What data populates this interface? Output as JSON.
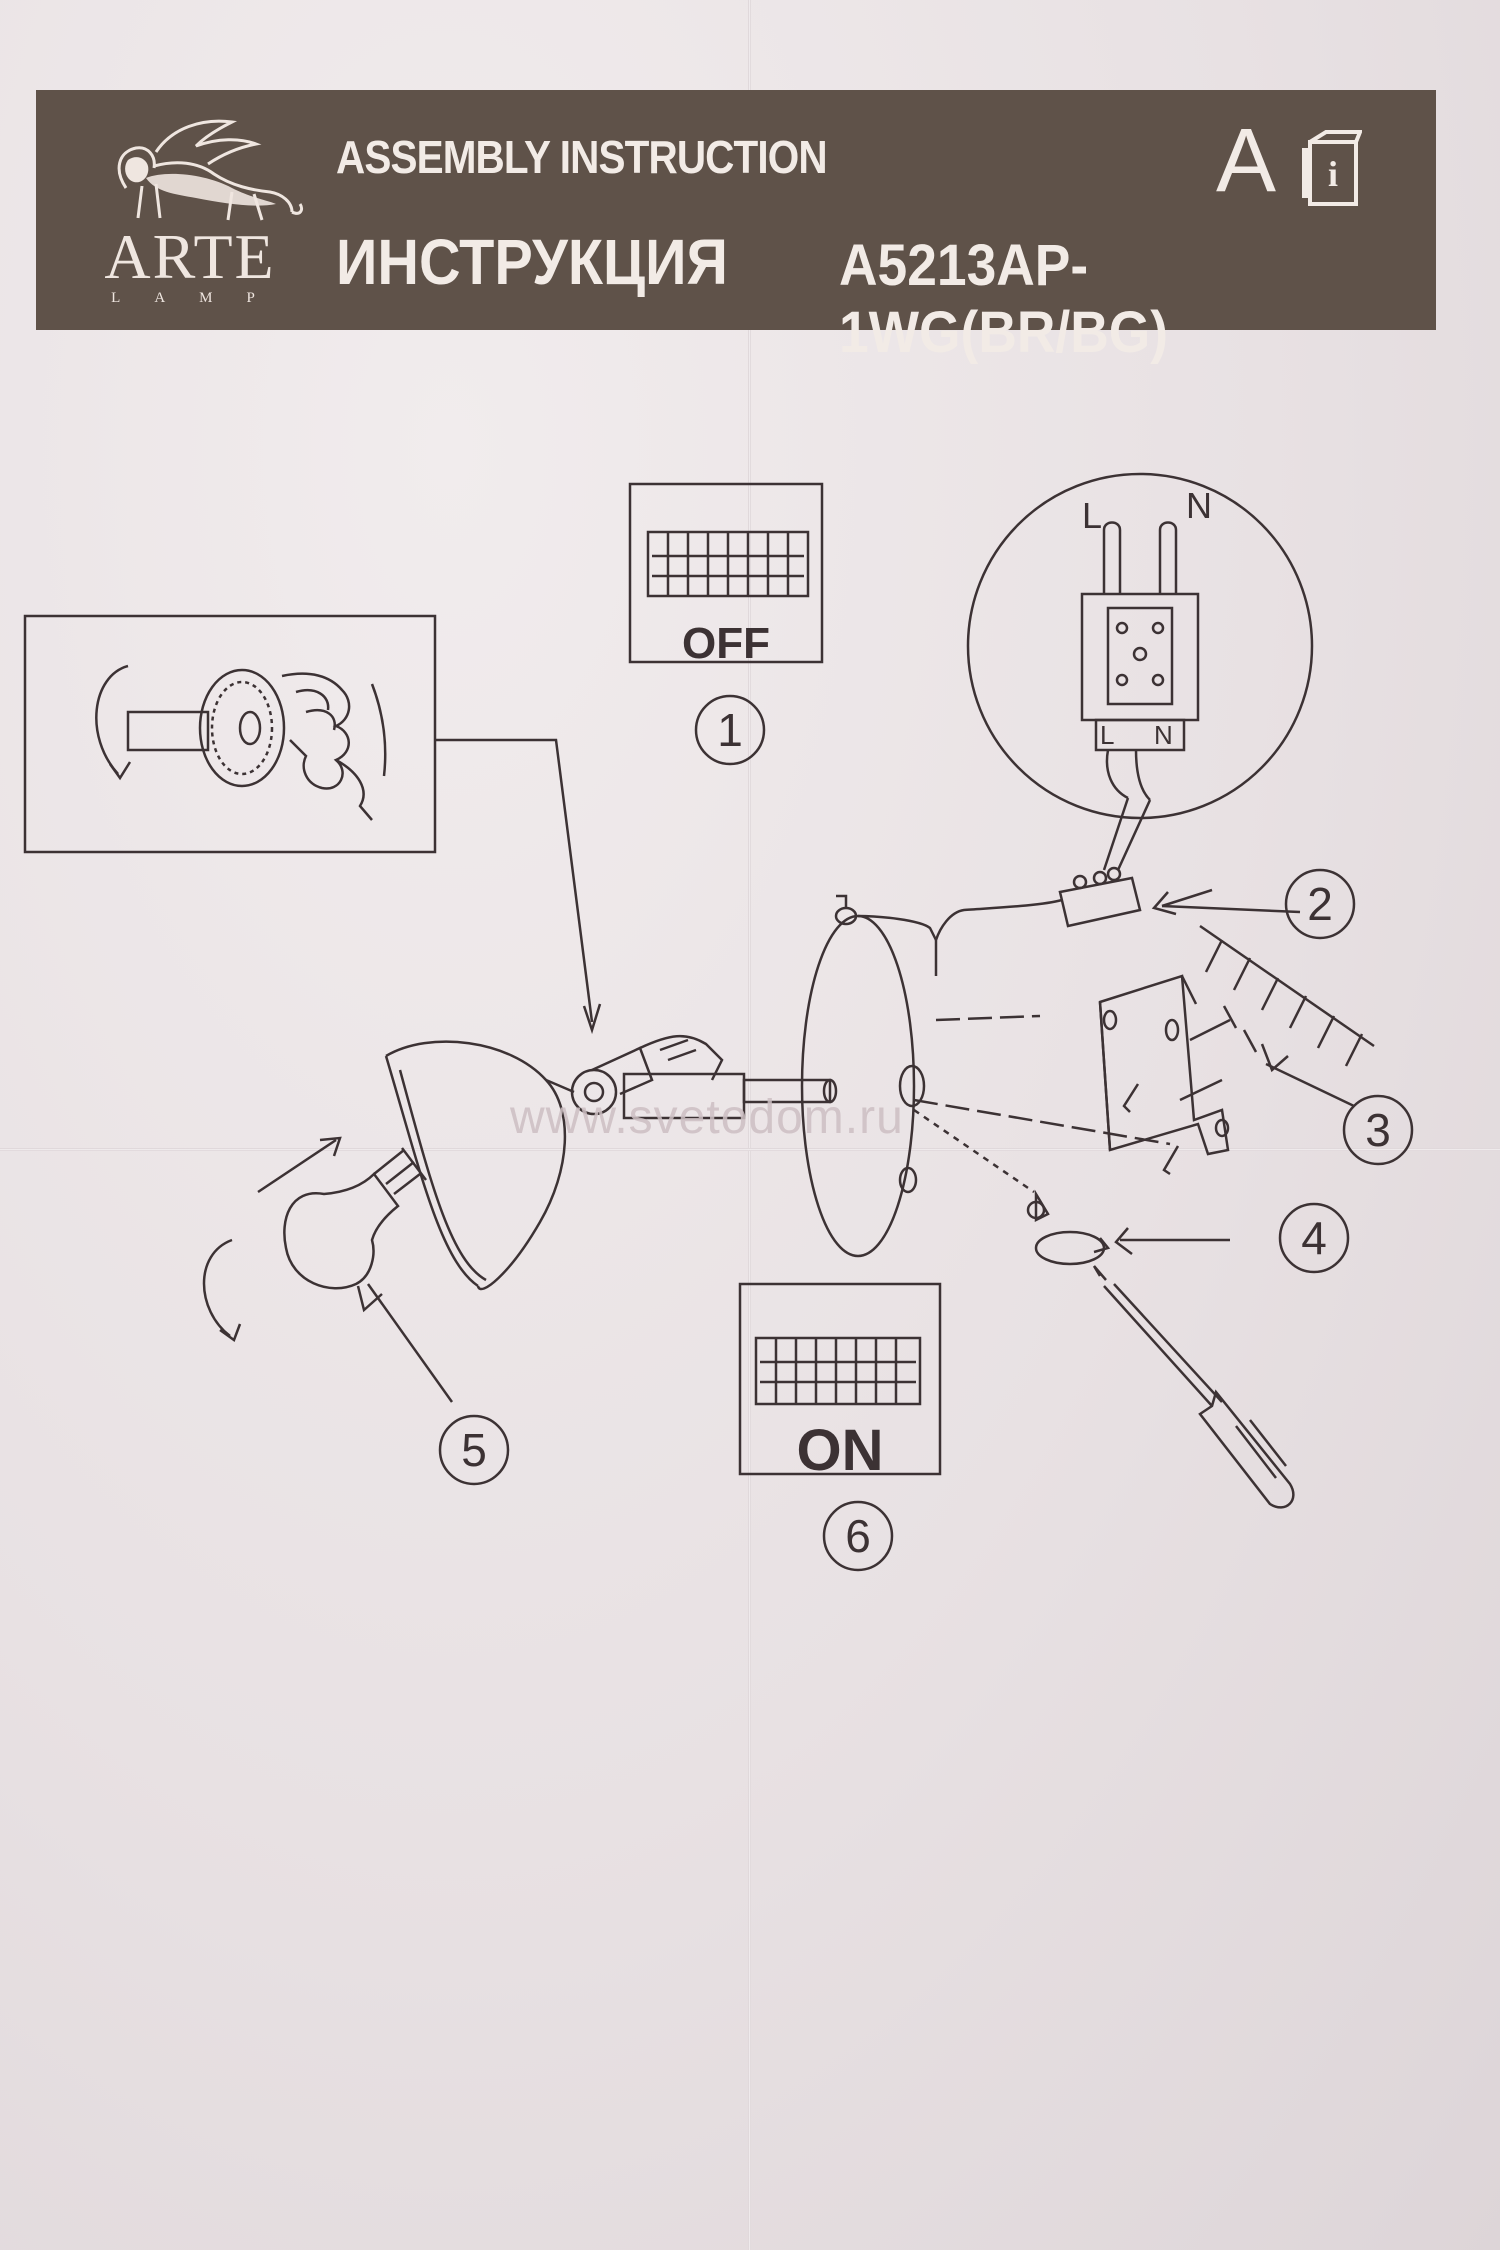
{
  "header": {
    "brand_name": "ARTE",
    "brand_sub": "LAMP",
    "title_en": "ASSEMBLY INSTRUCTION",
    "title_ru": "ИНСТРУКЦИЯ",
    "grade_letter": "A",
    "model": "A5213AP-1WG(BR/BG)",
    "info_icon": "manual-info-icon",
    "banner_color": "#5f5249"
  },
  "steps": {
    "off_label": "OFF",
    "on_label": "ON",
    "step1": "1",
    "step2": "2",
    "step3": "3",
    "step4": "4",
    "step5": "5",
    "step6": "6"
  },
  "wiring": {
    "top_l": "L",
    "top_n": "N",
    "bottom_l": "L",
    "bottom_n": "N"
  },
  "watermark": "www.svetodom.ru",
  "ink_color": "#3c3234"
}
